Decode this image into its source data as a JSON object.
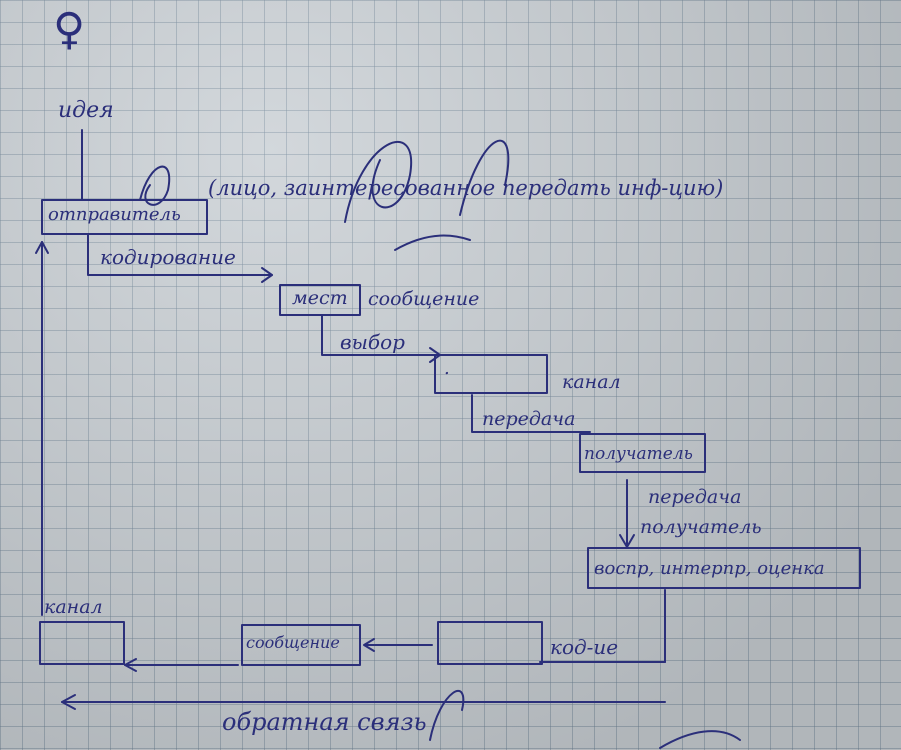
{
  "diagram": {
    "female_symbol": "♀",
    "idea": "идея",
    "sender_note": "(лицо, заинтересованное передать инф-цию)",
    "sender": "отправитель",
    "encoding": "кодирование",
    "message_box": "мест",
    "message": "сообщение",
    "choice": "выбор",
    "channel_box_mark": ".",
    "channel": "канал",
    "transmission": "передача",
    "receiver": "получатель",
    "transfer_receiver": [
      "передача",
      "получатель"
    ],
    "perception": "воспр, интерпр, оценка",
    "decoding": "код-ие",
    "return_message": "сообщение",
    "return_channel": "канал",
    "feedback": "обратная связь"
  }
}
